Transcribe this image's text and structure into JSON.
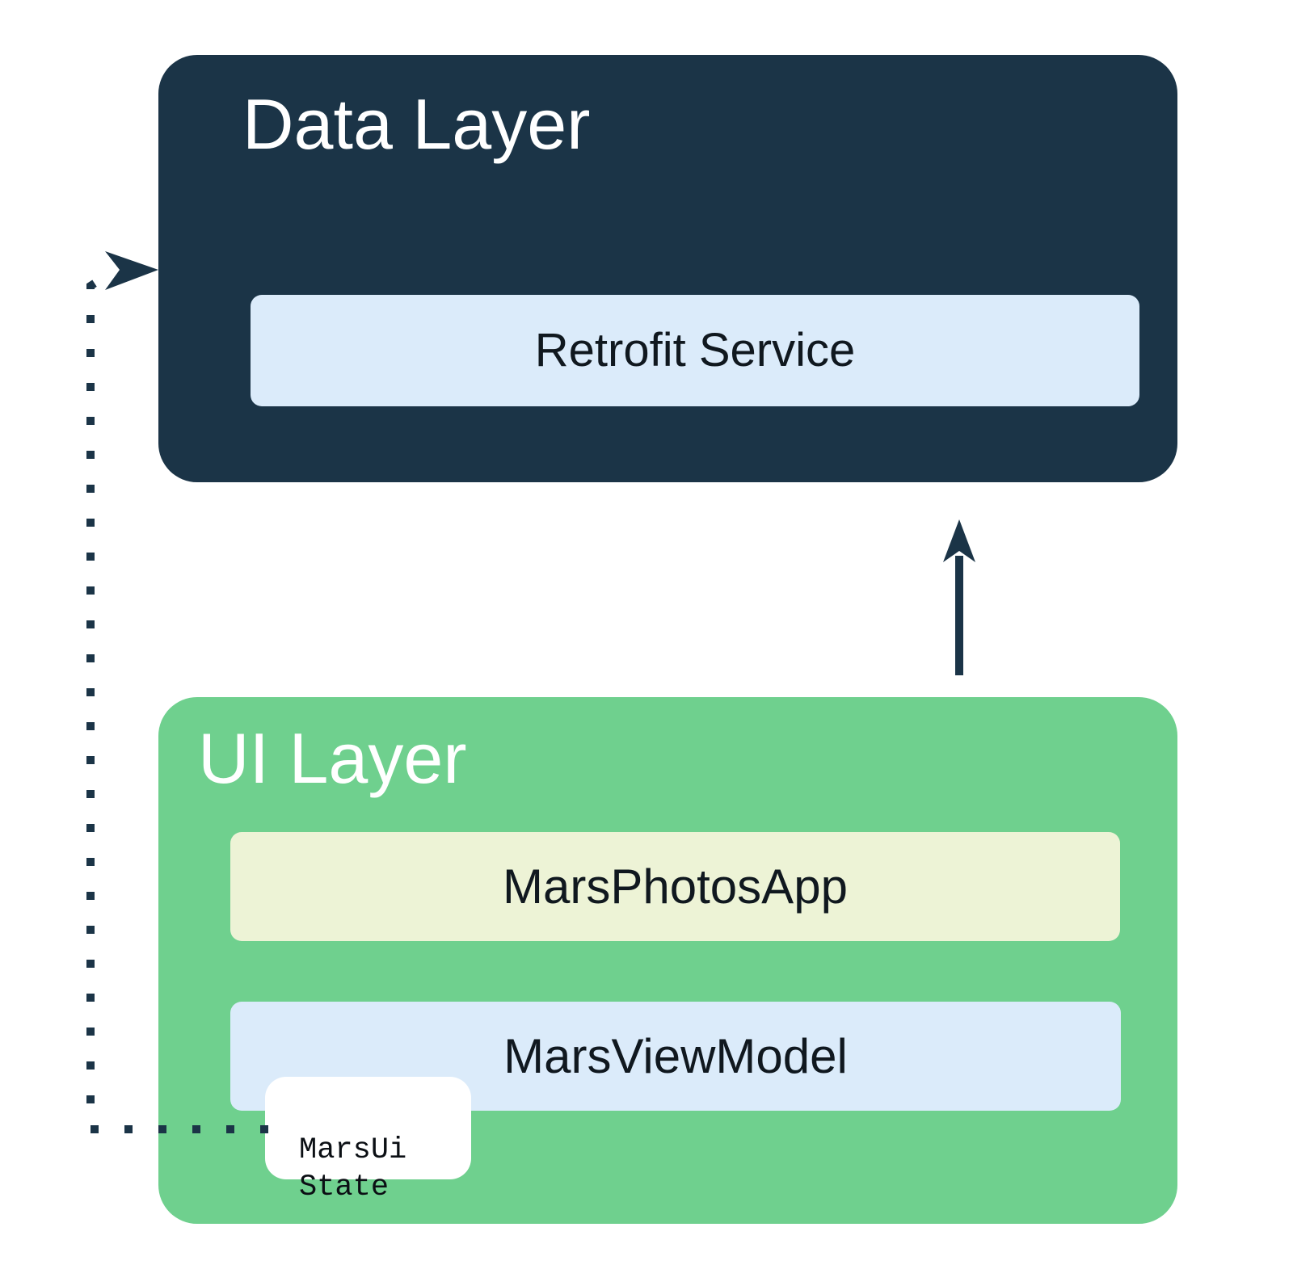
{
  "diagram": {
    "title_note": "Android app architecture diagram",
    "data_layer": {
      "title": "Data Layer",
      "bg_color": "#1B3447",
      "retrofit_label": "Retrofit Service",
      "retrofit_bg_color": "#DBEBFA"
    },
    "ui_layer": {
      "title": "UI Layer",
      "bg_color": "#6FD08E",
      "app_label": "MarsPhotosApp",
      "app_bg_color": "#EDF3D6",
      "viewmodel_label": "MarsViewModel",
      "viewmodel_bg_color": "#DBEBFA",
      "ui_state_label": "MarsUi\nState",
      "ui_state_bg_color": "#FFFFFF"
    },
    "arrows": {
      "color": "#1B3447",
      "solid_up_arrow": "from UI Layer up into Data Layer",
      "dotted_feedback_arrow": "from MarsUi State left and up into Data Layer"
    },
    "text_colors": {
      "layer_title": "#FFFFFF",
      "pill_label": "#10181F"
    }
  }
}
